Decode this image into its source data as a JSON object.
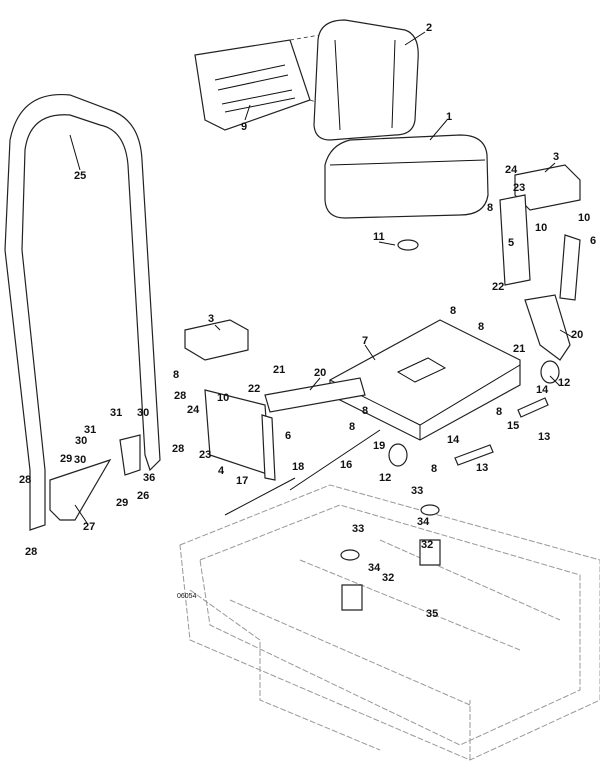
{
  "figure_id": "06054",
  "callouts": [
    "2",
    "1",
    "9",
    "25",
    "3",
    "24",
    "23",
    "8",
    "10",
    "10",
    "6",
    "5",
    "11",
    "22",
    "8",
    "8",
    "21",
    "20",
    "3",
    "7",
    "21",
    "20",
    "12",
    "14",
    "8",
    "22",
    "8",
    "8",
    "28",
    "31",
    "30",
    "10",
    "24",
    "15",
    "13",
    "8",
    "6",
    "14",
    "31",
    "30",
    "36",
    "28",
    "19",
    "29",
    "23",
    "26",
    "16",
    "4",
    "12",
    "13",
    "8",
    "30",
    "29",
    "18",
    "17",
    "28",
    "27",
    "33",
    "34",
    "33",
    "32",
    "34",
    "32",
    "35",
    "28"
  ]
}
